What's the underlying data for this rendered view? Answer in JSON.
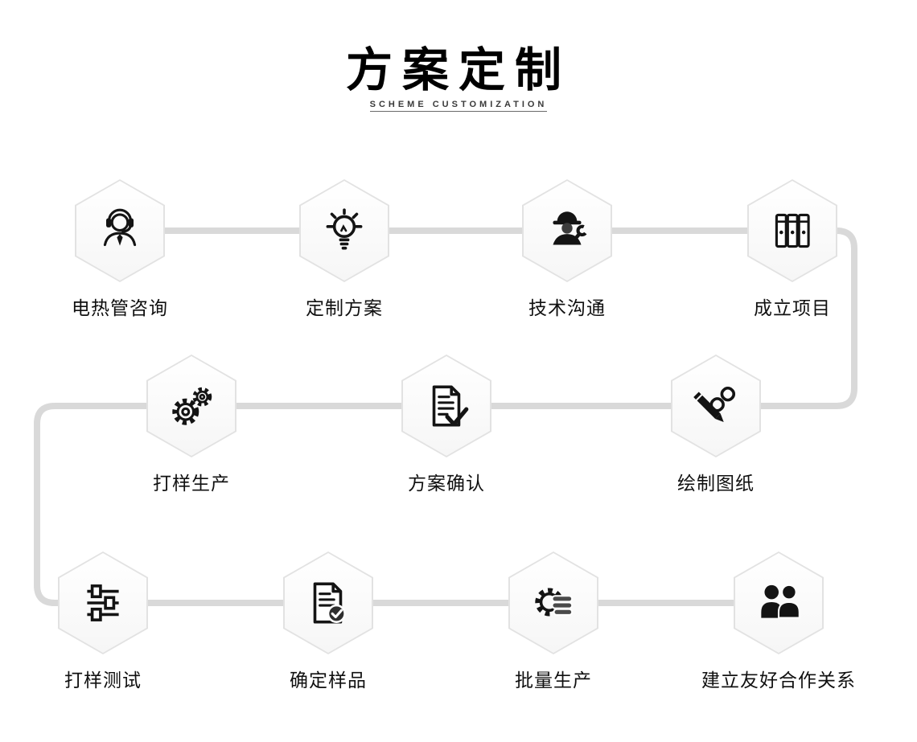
{
  "header": {
    "title": "方案定制",
    "subtitle": "SCHEME CUSTOMIZATION"
  },
  "colors": {
    "accent_line": "#d9d9d9",
    "icon_black": "#141414"
  },
  "flow": {
    "description_order": "steps listed in process flow order; rows snake right then left then right"
  },
  "steps": [
    {
      "label": "电热管咨询",
      "icon": "headset-agent-icon"
    },
    {
      "label": "定制方案",
      "icon": "lightbulb-icon"
    },
    {
      "label": "技术沟通",
      "icon": "technician-wrench-icon"
    },
    {
      "label": "成立项目",
      "icon": "binders-icon"
    },
    {
      "label": "绘制图纸",
      "icon": "pencil-link-icon"
    },
    {
      "label": "方案确认",
      "icon": "document-check-icon"
    },
    {
      "label": "打样生产",
      "icon": "gears-icon"
    },
    {
      "label": "打样测试",
      "icon": "sliders-icon"
    },
    {
      "label": "确定样品",
      "icon": "document-approved-icon"
    },
    {
      "label": "批量生产",
      "icon": "gear-lines-icon"
    },
    {
      "label": "建立友好合作关系",
      "icon": "partnership-people-icon"
    }
  ]
}
